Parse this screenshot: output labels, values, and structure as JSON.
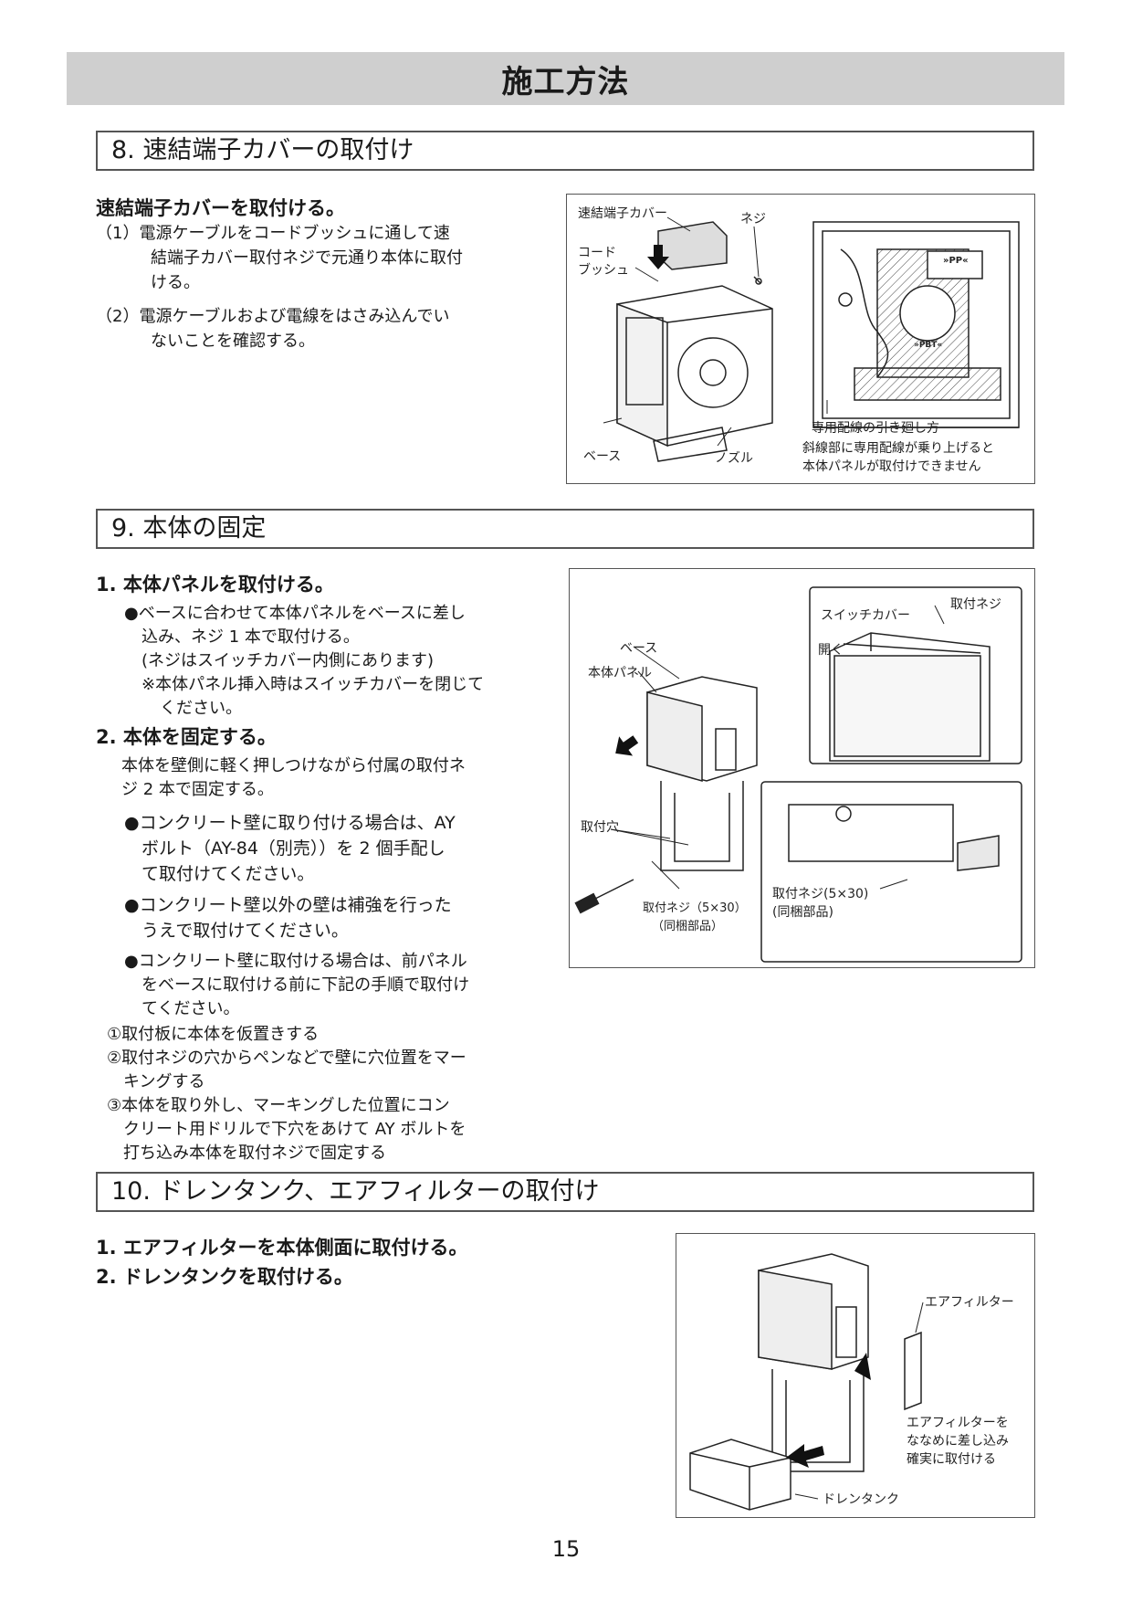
{
  "header": {
    "title": "施工方法"
  },
  "sec8": {
    "title": "8. 速結端子カバーの取付け",
    "heading": "速結端子カバーを取付ける。",
    "item1_l1": "（1）電源ケーブルをコードブッシュに通して速",
    "item1_l2": "結端子カバー取付ネジで元通り本体に取付",
    "item1_l3": "ける。",
    "item2_l1": "（2）電源ケーブルおよび電線をはさみ込んでい",
    "item2_l2": "ないことを確認する。",
    "fig": {
      "cover": "速結端子カバー",
      "screw": "ネジ",
      "cord1": "コード",
      "cord2": "ブッシュ",
      "base": "ベース",
      "nozzle": "ノズル",
      "routing": "専用配線の引き廻し方",
      "warn1": "斜線部に専用配線が乗り上げると",
      "warn2": "本体パネルが取付けできません",
      "mark_pp": "»PP«",
      "mark_pbt": "»PBT«"
    }
  },
  "sec9": {
    "title": "9. 本体の固定",
    "step1": "1. 本体パネルを取付ける。",
    "s1_l1": "●ベースに合わせて本体パネルをベースに差し",
    "s1_l2": "込み、ネジ 1 本で取付ける。",
    "s1_l3": "(ネジはスイッチカバー内側にあります)",
    "s1_l4": "※本体パネル挿入時はスイッチカバーを閉じて",
    "s1_l5": "ください。",
    "step2": "2. 本体を固定する。",
    "s2_l1": "本体を壁側に軽く押しつけながら付属の取付ネ",
    "s2_l2": "ジ 2 本で固定する。",
    "b1_l1": "●コンクリート壁に取り付ける場合は、AY",
    "b1_l2": "ボルト（AY-84（別売））を 2 個手配し",
    "b1_l3": "て取付けてください。",
    "b2_l1": "●コンクリート壁以外の壁は補強を行った",
    "b2_l2": "うえで取付けてください。",
    "b3_l1": "●コンクリート壁に取付ける場合は、前パネル",
    "b3_l2": "をベースに取付ける前に下記の手順で取付け",
    "b3_l3": "てください。",
    "c1": "①取付板に本体を仮置きする",
    "c2_l1": "②取付ネジの穴からペンなどで壁に穴位置をマー",
    "c2_l2": "キングする",
    "c3_l1": "③本体を取り外し、マーキングした位置にコン",
    "c3_l2": "クリート用ドリルで下穴をあけて AY ボルトを",
    "c3_l3": "打ち込み本体を取付ネジで固定する",
    "fig": {
      "switch_cover": "スイッチカバー",
      "screw_top": "取付ネジ",
      "open": "開く",
      "base": "ベース",
      "panel": "本体パネル",
      "hole": "取付穴",
      "screw_a1": "取付ネジ（5×30）",
      "screw_a2": "（同梱部品）",
      "screw_b1": "取付ネジ(5×30)",
      "screw_b2": "(同梱部品)"
    }
  },
  "sec10": {
    "title": "10. ドレンタンク、エアフィルターの取付け",
    "step1": "1. エアフィルターを本体側面に取付ける。",
    "step2": "2. ドレンタンクを取付ける。",
    "fig": {
      "filter": "エアフィルター",
      "note1": "エアフィルターを",
      "note2": "ななめに差し込み",
      "note3": "確実に取付ける",
      "tank": "ドレンタンク"
    }
  },
  "footer": {
    "page": "15"
  }
}
